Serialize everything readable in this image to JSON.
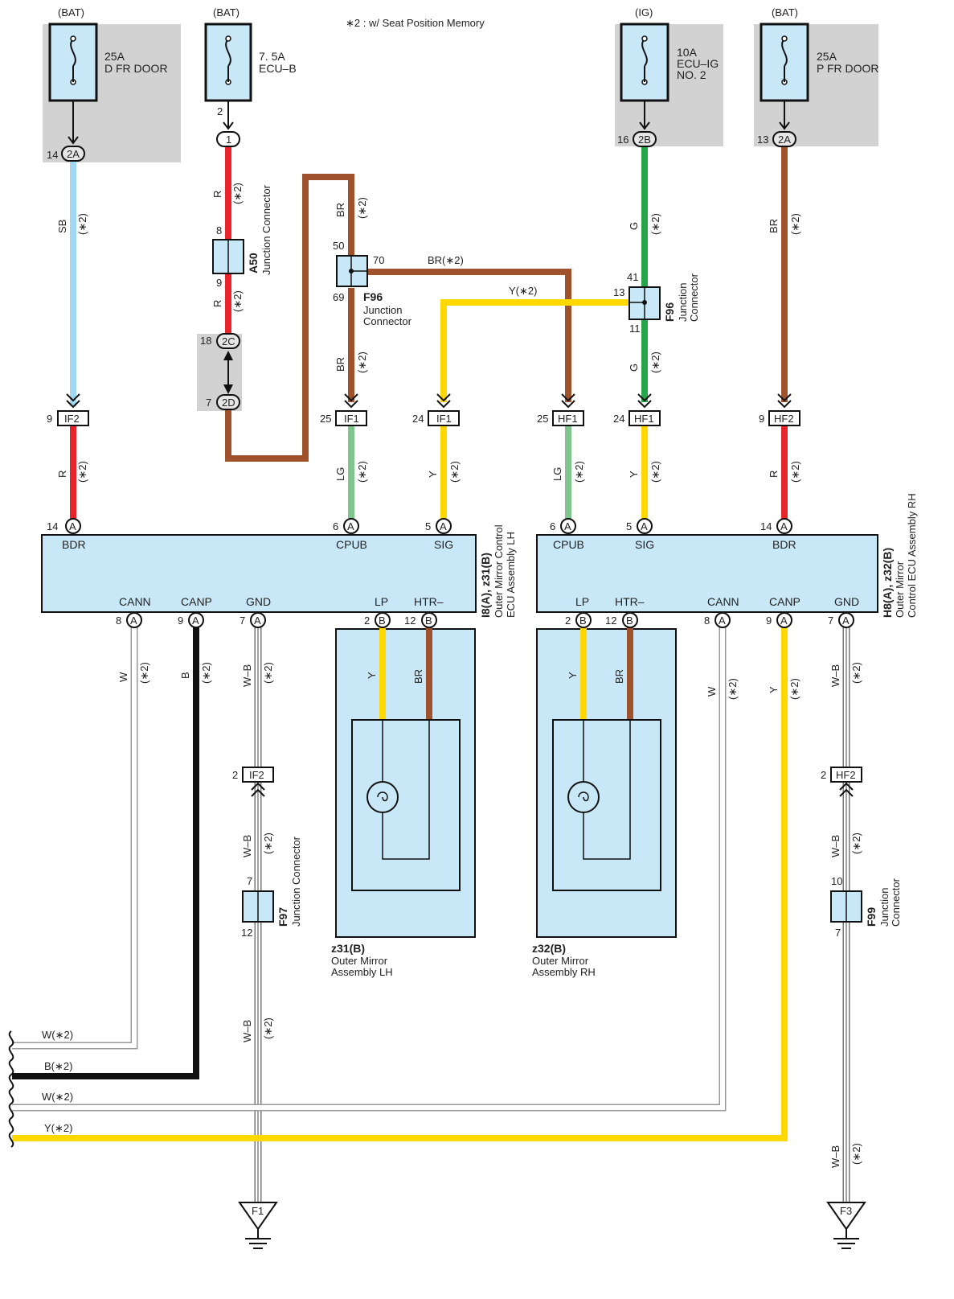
{
  "note": "∗2 : w/ Seat Position Memory",
  "colors": {
    "R": "#e8232a",
    "SB": "#9fd8f2",
    "BR": "#a0522d",
    "G": "#27a54a",
    "LG": "#7fc58d",
    "Y": "#ffd800",
    "B": "#111111",
    "W": "#ffffff",
    "WB": "#ffffff",
    "box": "#c9e8f7",
    "shade": "#d2d2d2"
  },
  "fuses": [
    {
      "source": "(BAT)",
      "rating": "25A",
      "name": "D FR DOOR",
      "name2": ""
    },
    {
      "source": "(BAT)",
      "rating": "7. 5A",
      "name": "ECU–B",
      "name2": ""
    },
    {
      "source": "(IG)",
      "rating": "10A",
      "name": "ECU–IG",
      "name2": "NO. 2"
    },
    {
      "source": "(BAT)",
      "rating": "25A",
      "name": "P FR DOOR",
      "name2": ""
    }
  ],
  "connectors": {
    "c2A_left": "2A",
    "c1": "1",
    "c2C": "2C",
    "c2D": "2D",
    "c2B": "2B",
    "c2A_right": "2A",
    "IF2": "IF2",
    "IF1a": "IF1",
    "IF1b": "IF1",
    "HF1a": "HF1",
    "HF1b": "HF1",
    "HF2": "HF2",
    "IF2_low": "IF2",
    "HF2_low": "HF2",
    "A": "A",
    "B": "B",
    "F1": "F1",
    "F3": "F3"
  },
  "pins": {
    "p14a": "14",
    "p2": "2",
    "p8": "8",
    "p9": "9",
    "p18": "18",
    "p7": "7",
    "p50": "50",
    "p70": "70",
    "p69": "69",
    "p41": "41",
    "p13": "13",
    "p11": "11",
    "p16": "16",
    "p13b": "13",
    "p9_IF2": "9",
    "p25_IF1": "25",
    "p24_IF1": "24",
    "p25_HF1": "25",
    "p24_HF1": "24",
    "p9_HF2": "9",
    "l14": "14",
    "l6": "6",
    "l5": "5",
    "l8": "8",
    "l9": "9",
    "l7": "7",
    "l2": "2",
    "l12": "12",
    "r6": "6",
    "r5": "5",
    "r14": "14",
    "r2": "2",
    "r12": "12",
    "r8": "8",
    "r9": "9",
    "r7": "7",
    "f97_7": "7",
    "f97_12": "12",
    "if2_2": "2",
    "hf2_2": "2",
    "f99_10": "10",
    "f99_7": "7"
  },
  "wire_labels": {
    "SB": "SB",
    "R": "R",
    "BR": "BR",
    "G": "G",
    "LG": "LG",
    "Y": "Y",
    "W": "W",
    "B": "B",
    "WB": "W–B",
    "star": "(∗2)",
    "BR2": "BR(∗2)",
    "Y2": "Y(∗2)",
    "W2": "W(∗2)",
    "B2": "B(∗2)"
  },
  "junctions": {
    "A50_code": "A50",
    "A50_name": "Junction Connector",
    "F96_code": "F96",
    "F96_name1": "Junction",
    "F96_name2": "Connector",
    "F96r_code": "F96",
    "F96r_name1": "Junction",
    "F96r_name2": "Connector",
    "F97_code": "F97",
    "F97_name": "Junction Connector",
    "F99_code": "F99",
    "F99_name1": "Junction",
    "F99_name2": "Connector"
  },
  "ecu_left": {
    "code": "I8(A), z31(B)",
    "name1": "Outer Mirror Control",
    "name2": "ECU Assembly LH",
    "top_terms": [
      "BDR",
      "CPUB",
      "SIG"
    ],
    "bottom_terms": [
      "CANN",
      "CANP",
      "GND",
      "LP",
      "HTR–"
    ]
  },
  "ecu_right": {
    "code": "H8(A), z32(B)",
    "name1": "Outer Mirror",
    "name2": "Control ECU Assembly RH",
    "top_terms": [
      "CPUB",
      "SIG",
      "BDR"
    ],
    "bottom_terms": [
      "LP",
      "HTR–",
      "CANN",
      "CANP",
      "GND"
    ]
  },
  "mirror_left": {
    "code": "z31(B)",
    "name1": "Outer Mirror",
    "name2": "Assembly LH"
  },
  "mirror_right": {
    "code": "z32(B)",
    "name1": "Outer Mirror",
    "name2": "Assembly RH"
  }
}
